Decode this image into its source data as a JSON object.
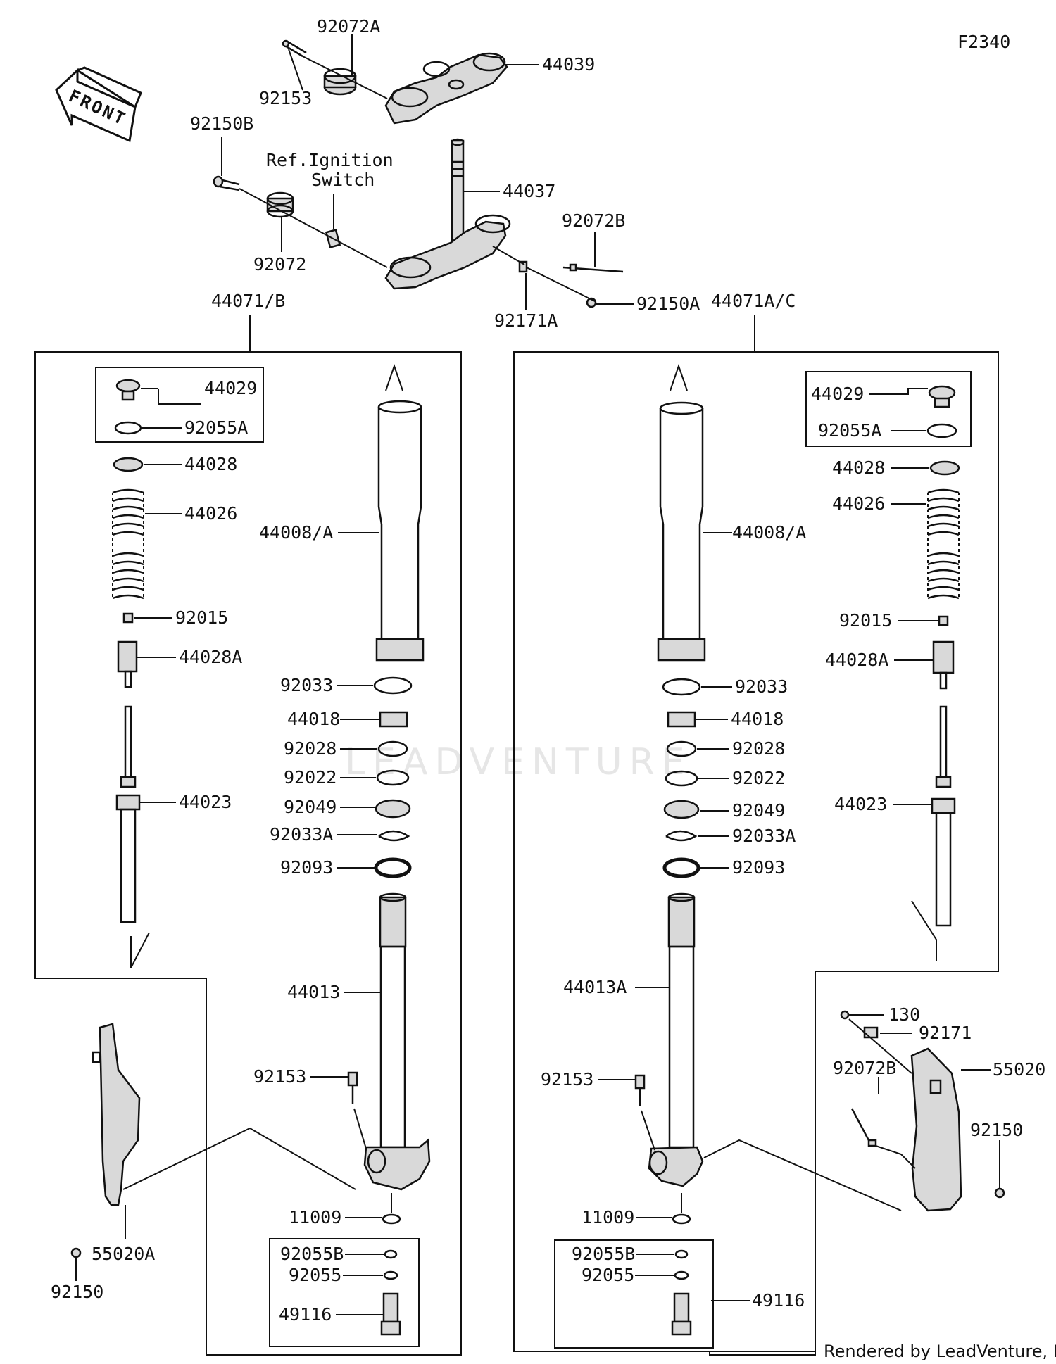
{
  "diagram_code": "F2340",
  "front_arrow_text": "FRONT",
  "watermark": "LEADVENTURE",
  "footer": "Rendered by LeadVenture, Inc.",
  "ref_note_line1": "Ref.Ignition",
  "ref_note_line2": "Switch",
  "top_labels": {
    "p92072A": "92072A",
    "p44039": "44039",
    "p92153": "92153",
    "p92150B": "92150B",
    "p44037": "44037",
    "p92072": "92072",
    "p92072B": "92072B",
    "p92171A": "92171A",
    "p92150A": "92150A"
  },
  "left_assembly": {
    "title": "44071/B",
    "labels": {
      "p44029": "44029",
      "p92055A": "92055A",
      "p44028": "44028",
      "p44026": "44026",
      "p92015": "92015",
      "p44028A": "44028A",
      "p44023": "44023",
      "p44008A": "44008/A",
      "p92033": "92033",
      "p44018": "44018",
      "p92028": "92028",
      "p92022": "92022",
      "p92049": "92049",
      "p92033A": "92033A",
      "p92093": "92093",
      "p44013": "44013",
      "p92153": "92153",
      "p11009": "11009",
      "p92055B": "92055B",
      "p92055": "92055",
      "p49116": "49116",
      "p55020A": "55020A",
      "p92150": "92150"
    }
  },
  "right_assembly": {
    "title": "44071A/C",
    "labels": {
      "p44029": "44029",
      "p92055A": "92055A",
      "p44028": "44028",
      "p44026": "44026",
      "p92015": "92015",
      "p44028A": "44028A",
      "p44023": "44023",
      "p44008A": "44008/A",
      "p92033": "92033",
      "p44018": "44018",
      "p92028": "92028",
      "p92022": "92022",
      "p92049": "92049",
      "p92033A": "92033A",
      "p92093": "92093",
      "p44013A": "44013A",
      "p92153": "92153",
      "p11009": "11009",
      "p92055B": "92055B",
      "p92055": "92055",
      "p49116": "49116",
      "p130": "130",
      "p92171": "92171",
      "p92072B": "92072B",
      "p55020": "55020",
      "p92150": "92150"
    }
  }
}
